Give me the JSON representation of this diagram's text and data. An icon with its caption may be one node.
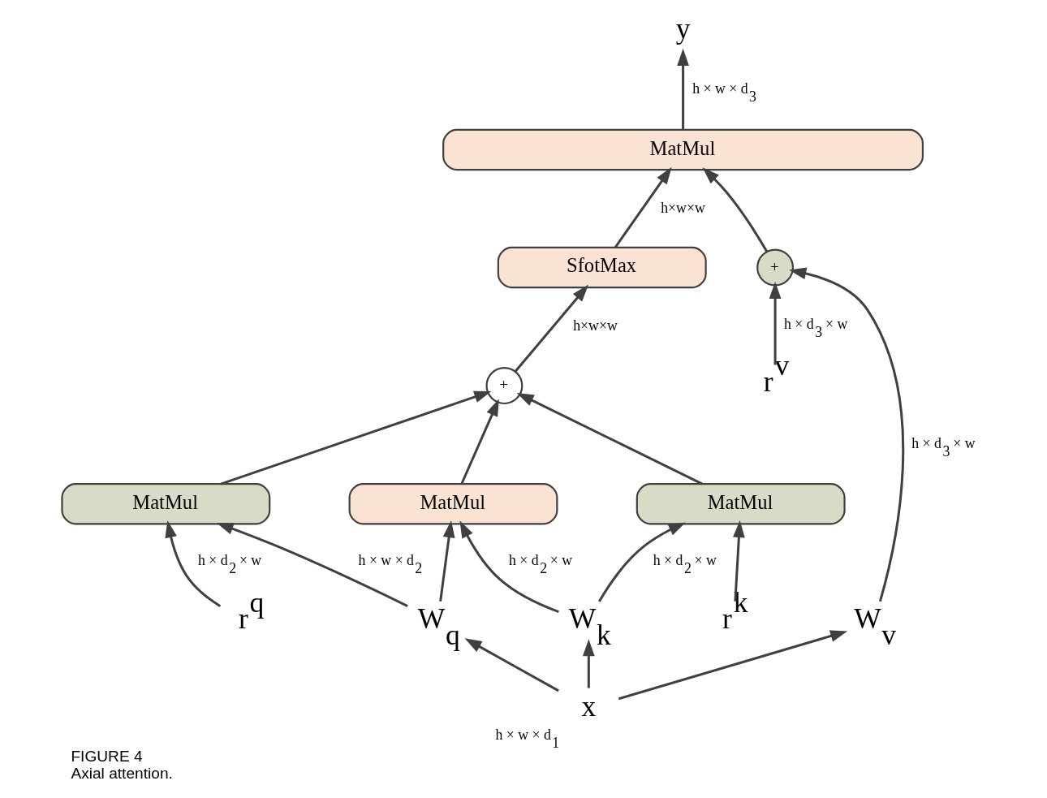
{
  "diagram": {
    "title": "FIGURE 4",
    "caption": "Axial attention.",
    "nodes": [
      {
        "text": [
          "y"
        ]
      },
      {
        "text": [
          "MatMul"
        ]
      },
      {
        "text": [
          "SfotMax"
        ]
      },
      {
        "text": [
          "+"
        ]
      },
      {
        "text": [
          "+"
        ]
      },
      {
        "text": [
          "MatMul"
        ]
      },
      {
        "text": [
          "MatMul"
        ]
      },
      {
        "text": [
          "MatMul"
        ]
      },
      {
        "text": [
          "r$^{v}$"
        ]
      },
      {
        "text": [
          "r$^{q}$"
        ]
      },
      {
        "text": [
          "W$_{q}$"
        ]
      },
      {
        "text": [
          "W$_{k}$"
        ]
      },
      {
        "text": [
          "r$^{k}$"
        ]
      },
      {
        "text": [
          "W$_{v}$"
        ]
      },
      {
        "text": [
          "x"
        ],
        "beside": [
          "h × w × d$_{1}$"
        ]
      }
    ],
    "edges": [
      {
        "from": 1,
        "to": 0,
        "arrow": "to",
        "label": "h × w × d$_{3}$"
      },
      {
        "from": 2,
        "to": 1,
        "arrow": "to",
        "label": "h×w×w"
      },
      {
        "from": 4,
        "to": 1,
        "arrow": "to"
      },
      {
        "from": 3,
        "to": 2,
        "arrow": "to",
        "label": "h×w×w"
      },
      {
        "from": 5,
        "to": 3,
        "arrow": "to"
      },
      {
        "from": 6,
        "to": 3,
        "arrow": "to"
      },
      {
        "from": 7,
        "to": 3,
        "arrow": "to"
      },
      {
        "from": 8,
        "to": 4,
        "arrow": "to",
        "label": "h × d$_{3}$ × w"
      },
      {
        "from": 13,
        "to": 4,
        "arrow": "to",
        "label": "h × d$_{3}$ × w"
      },
      {
        "from": 9,
        "to": 5,
        "arrow": "to",
        "label": "h × d$_{2}$ × w"
      },
      {
        "from": 10,
        "to": 5,
        "arrow": "to",
        "label": "h × w × d$_{2}$"
      },
      {
        "from": 10,
        "to": 6,
        "arrow": "to"
      },
      {
        "from": 11,
        "to": 6,
        "arrow": "to",
        "label": "h × d$_{2}$ × w"
      },
      {
        "from": 11,
        "to": 7,
        "arrow": "to",
        "label": "h × d$_{2}$ × w"
      },
      {
        "from": 12,
        "to": 7,
        "arrow": "to"
      },
      {
        "from": 14,
        "to": 10,
        "arrow": "to"
      },
      {
        "from": 14,
        "to": 11,
        "arrow": "to"
      },
      {
        "from": 14,
        "to": 13,
        "arrow": "to"
      }
    ]
  }
}
